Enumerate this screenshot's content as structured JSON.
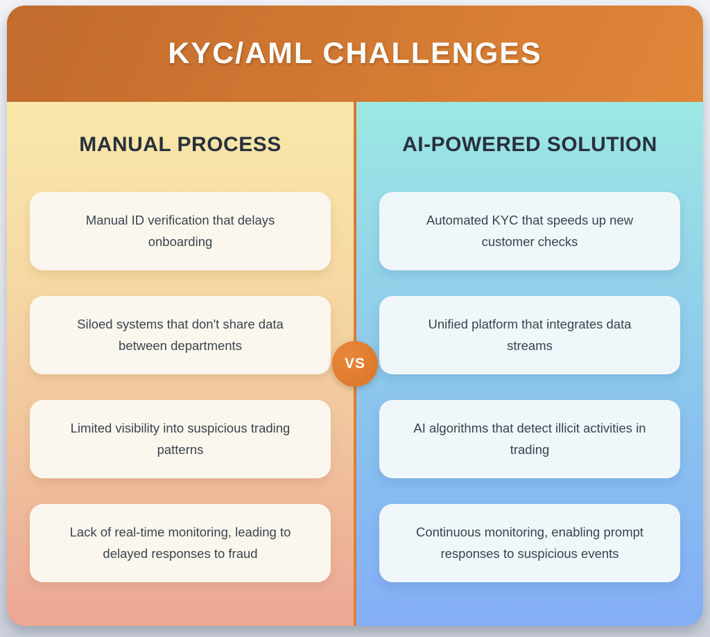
{
  "poster": {
    "title": "KYC/AML CHALLENGES",
    "vs_label": "VS",
    "left_column": {
      "title": "MANUAL PROCESS",
      "items": [
        "Manual ID verification that delays onboarding",
        "Siloed systems that don't share data between departments",
        "Limited visibility into suspicious trading patterns",
        "Lack of real-time monitoring, leading to delayed responses to fraud"
      ]
    },
    "right_column": {
      "title": "AI-POWERED SOLUTION",
      "items": [
        "Automated KYC that speeds up new customer checks",
        "Unified platform that integrates data streams",
        "AI algorithms that detect illicit activities in trading",
        "Continuous monitoring, enabling prompt responses to suspicious events"
      ]
    },
    "colors": {
      "header_orange_dark": "#c16b2d",
      "header_orange_light": "#e88f3e",
      "divider_orange": "#e0802f",
      "vs_badge_orange": "#dd7a2d",
      "manual_gradient_top": "#f9e8a9",
      "manual_gradient_bottom": "#eca795",
      "ai_gradient_top": "#9de8e3",
      "ai_gradient_bottom": "#84aef6",
      "manual_card_bg": "#fcf7ee",
      "ai_card_bg": "#f0f7fb",
      "heading_text": "#27313c",
      "card_text": "#39434d",
      "title_text": "#ffffff",
      "page_background": "#dfe2e9"
    }
  }
}
